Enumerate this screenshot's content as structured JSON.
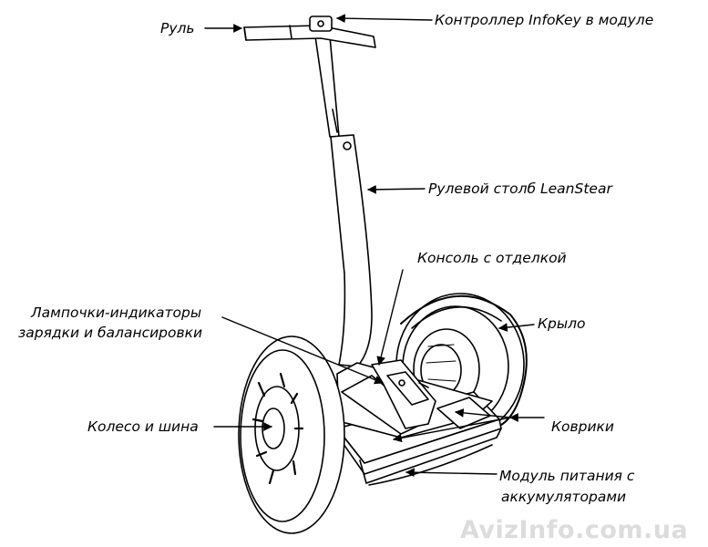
{
  "diagram": {
    "labels": {
      "handlebar": "Руль",
      "infokey": "Контроллер InfoKey в модуле",
      "leansteer": "Рулевой столб LeanStear",
      "console": "Консоль с отделкой",
      "indicators_line1": "Лампочки-индикаторы",
      "indicators_line2": "зарядки и балансировки",
      "fender": "Крыло",
      "wheel": "Колесо и шина",
      "mats": "Коврики",
      "power_line1": "Модуль питания с",
      "power_line2": "аккумуляторами"
    },
    "watermark": "AvizInfo.com.ua",
    "colors": {
      "line": "#000000",
      "fill": "#ffffff",
      "watermark": "#dcdcdc"
    }
  }
}
